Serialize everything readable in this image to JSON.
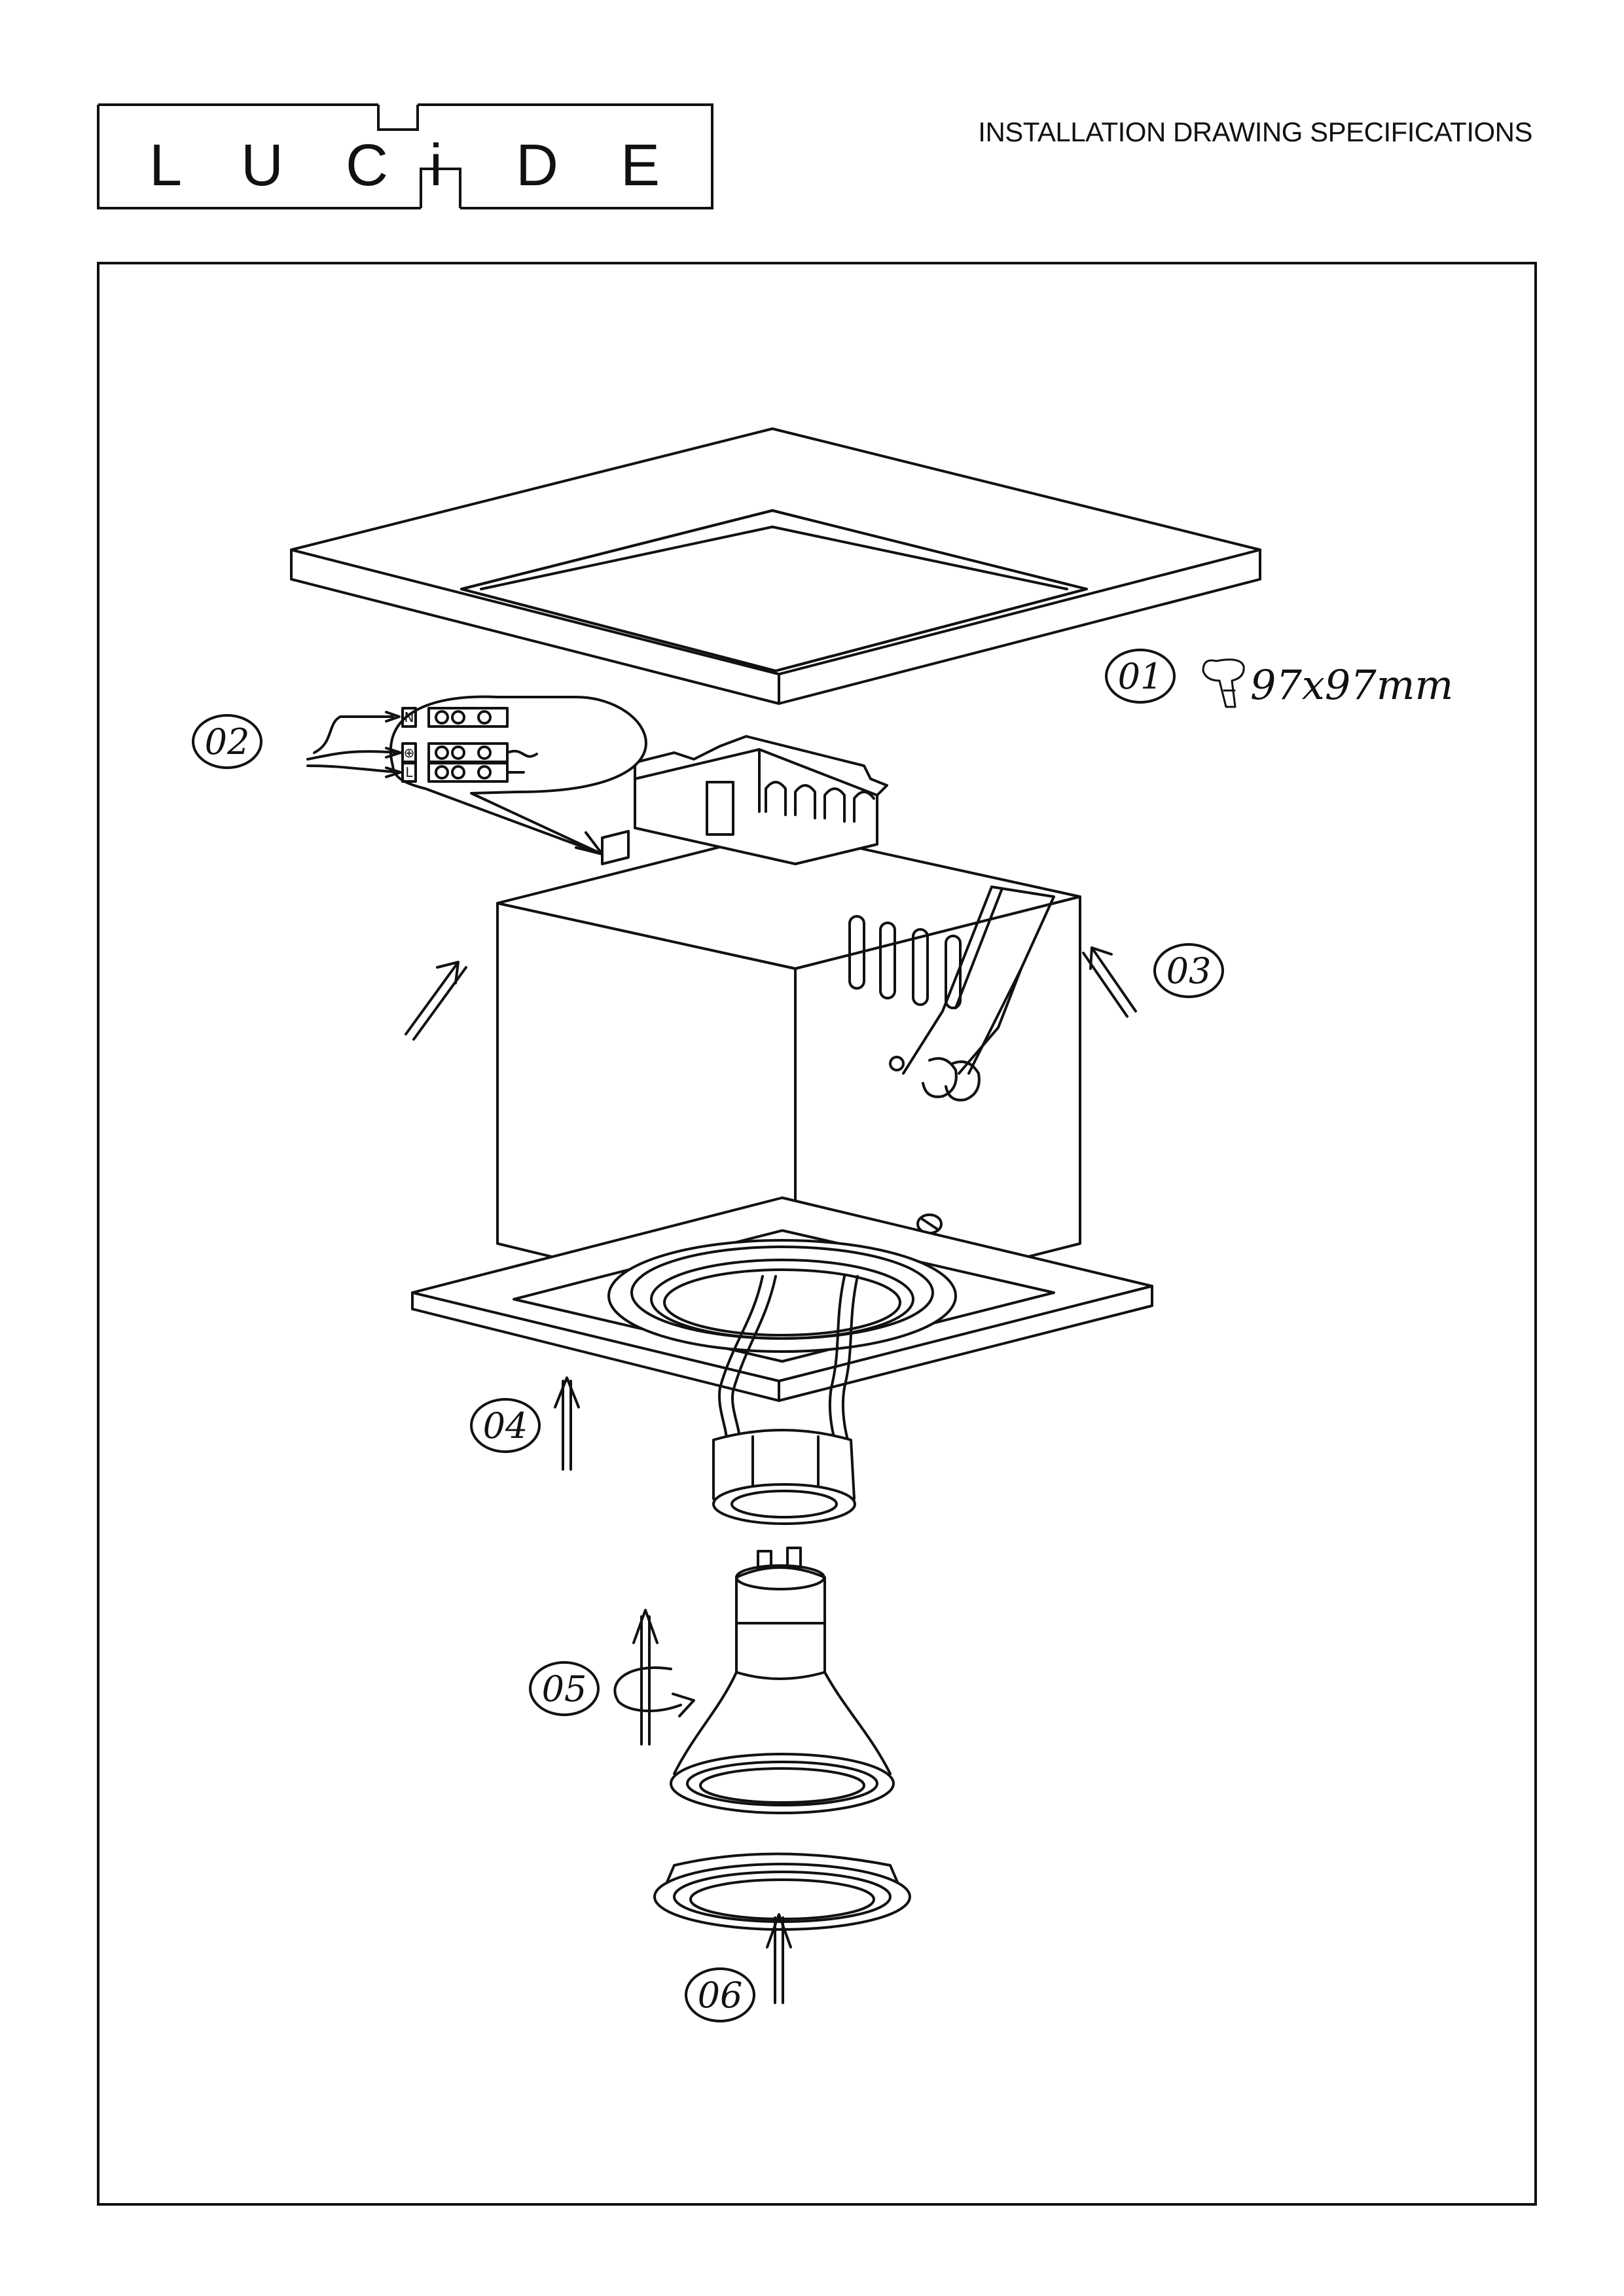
{
  "brand": {
    "letters": [
      "L",
      "U",
      "C",
      "i",
      "D",
      "E"
    ]
  },
  "header": {
    "title": "INSTALLATION DRAWING SPECIFICATIONS"
  },
  "steps": [
    {
      "id": "01",
      "label": "01",
      "note": "97x97mm",
      "icon": "drill-bit-icon"
    },
    {
      "id": "02",
      "label": "02",
      "icon": "wiring-detail"
    },
    {
      "id": "03",
      "label": "03",
      "icon": "arrow-up-icon"
    },
    {
      "id": "04",
      "label": "04",
      "icon": "arrow-up-icon"
    },
    {
      "id": "05",
      "label": "05",
      "icon": "rotate-arrow-icon"
    },
    {
      "id": "06",
      "label": "06",
      "icon": "arrow-up-icon"
    }
  ],
  "wiring": {
    "terminals": [
      "N",
      "⊕",
      "L"
    ]
  },
  "colors": {
    "line": "#111111",
    "background": "#ffffff"
  }
}
